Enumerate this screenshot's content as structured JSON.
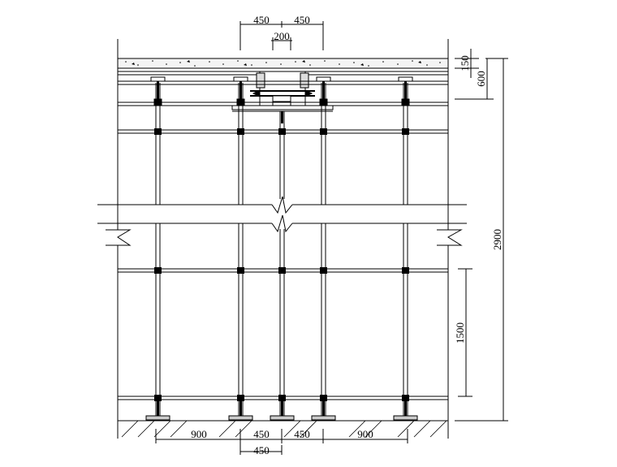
{
  "drawing": {
    "top_dimensions": {
      "left_spacing": "450",
      "right_spacing": "450",
      "beam_width": "200"
    },
    "right_dimensions": {
      "slab_thickness": "150",
      "beam_depth": "600",
      "total_height": "2900",
      "ledger_spacing": "1500"
    },
    "bottom_dimensions": {
      "outer_left": "900",
      "inner_left": "450",
      "inner_right": "450",
      "outer_right": "900",
      "lower_center": "450"
    },
    "colors": {
      "line": "#000000",
      "background": "#ffffff"
    }
  }
}
